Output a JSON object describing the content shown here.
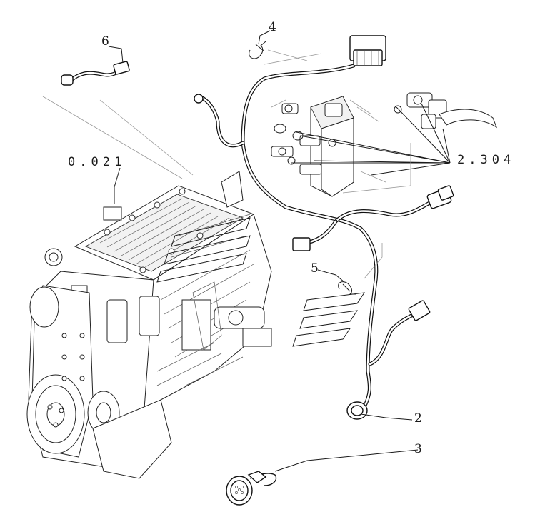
{
  "callouts": [
    {
      "id": "callout-6",
      "text": "6"
    },
    {
      "id": "callout-4",
      "text": "4"
    },
    {
      "id": "callout-5",
      "text": "5"
    },
    {
      "id": "callout-2",
      "text": "2"
    },
    {
      "id": "callout-3",
      "text": "3"
    }
  ],
  "references": {
    "engine_ref": "0.021",
    "valve_ref": "2.304"
  }
}
